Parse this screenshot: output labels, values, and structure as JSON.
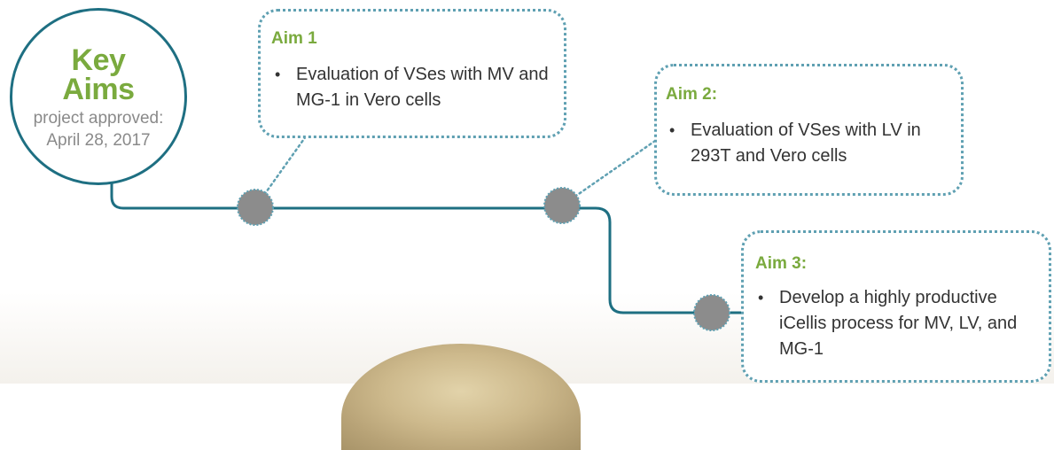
{
  "key_aims": {
    "title": "Key\nAims",
    "subtitle": "project approved:\nApril 28, 2017"
  },
  "aims": [
    {
      "title": "Aim 1",
      "bullets": [
        "Evaluation of VSes with MV and MG-1 in Vero cells"
      ]
    },
    {
      "title": "Aim 2:",
      "bullets": [
        "Evaluation of VSes with LV in 293T and Vero cells"
      ]
    },
    {
      "title": "Aim 3:",
      "bullets": [
        "Develop a highly productive iCellis process for MV, LV, and MG-1"
      ]
    }
  ],
  "colors": {
    "line": "#1e6f82",
    "box_border": "#5fa0b2",
    "node_fill": "#8c8c8c",
    "node_border": "#5fa0b2",
    "title_green": "#7aaa3e",
    "subtitle_grey": "#8a8a8a",
    "text": "#333333"
  }
}
